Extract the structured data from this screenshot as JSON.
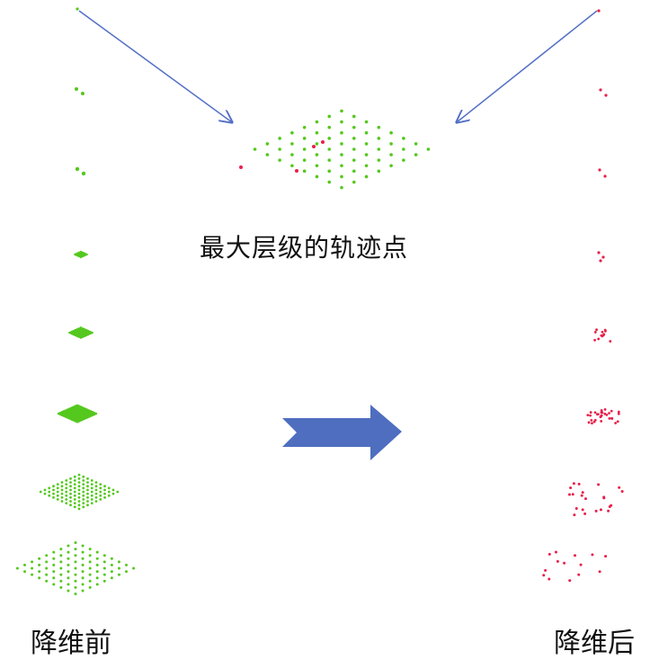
{
  "labels": {
    "center": "最大层级的轨迹点",
    "before": "降维前",
    "after": "降维后"
  },
  "colors": {
    "green": "#55c81e",
    "red": "#e8204a",
    "arrow": "#5470c6",
    "block_arrow": "#4f6ebf"
  }
}
